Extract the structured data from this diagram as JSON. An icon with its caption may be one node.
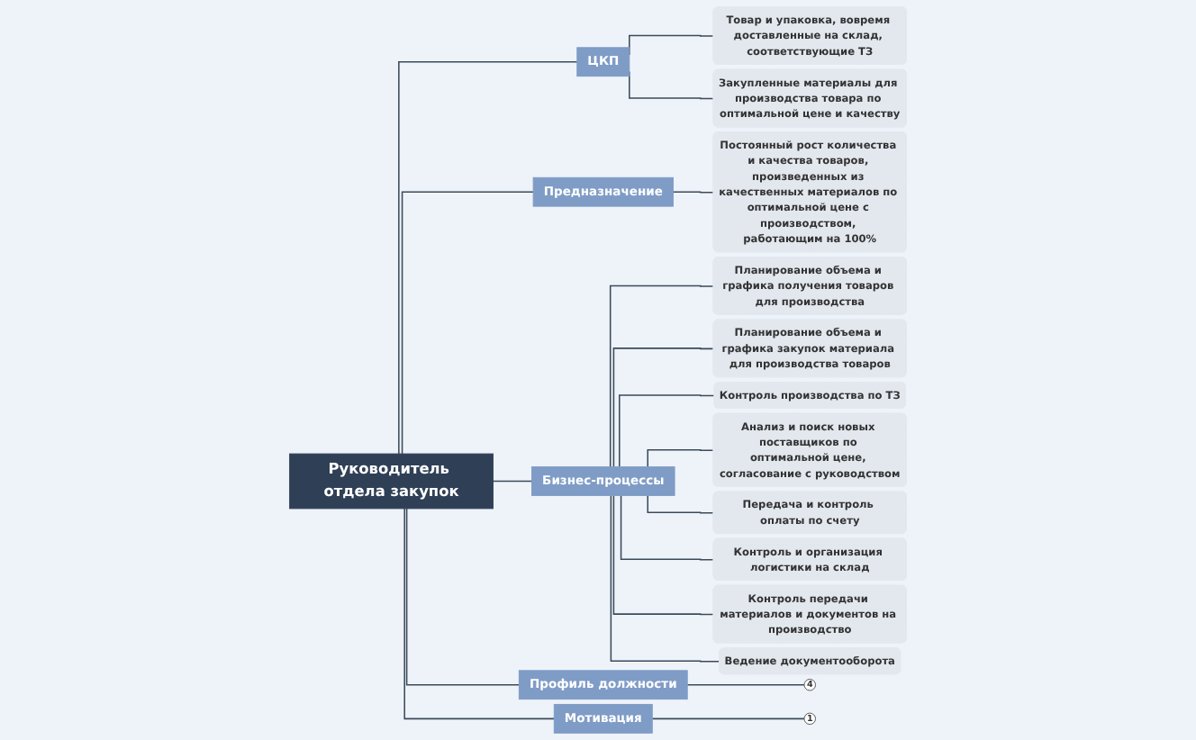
{
  "diagram": {
    "nodes": [
      {
        "text": [
          "Руководитель отдела закупок"
        ]
      },
      {
        "text": [
          "ЦКП"
        ]
      },
      {
        "text": [
          "Товар и упаковка, вовремя доставленные на склад, соответствующие ТЗ"
        ]
      },
      {
        "text": [
          "Закупленные материалы для производства товара по оптимальной цене и качеству"
        ]
      },
      {
        "text": [
          "Предназначение"
        ]
      },
      {
        "text": [
          "Постоянный рост количества и качества товаров, произведенных из качественных материалов по оптимальной цене с производством, работающим на 100%"
        ]
      },
      {
        "text": [
          "Бизнес-процессы"
        ]
      },
      {
        "text": [
          "Планирование объема и графика получения товаров для производства"
        ]
      },
      {
        "text": [
          "Планирование объема и графика закупок материала для производства товаров"
        ]
      },
      {
        "text": [
          "Контроль производства по ТЗ"
        ]
      },
      {
        "text": [
          "Анализ и поиск новых поставщиков по оптимальной цене, согласование с руководством"
        ]
      },
      {
        "text": [
          "Передача и контроль оплаты по счету"
        ]
      },
      {
        "text": [
          "Контроль и организация логистики на склад"
        ]
      },
      {
        "text": [
          "Контроль передачи материалов и документов на производство"
        ]
      },
      {
        "text": [
          "Ведение документооборота"
        ]
      },
      {
        "text": [
          "Профиль должности"
        ]
      },
      {
        "text": [
          "4"
        ]
      },
      {
        "text": [
          "Мотивация"
        ]
      },
      {
        "text": [
          "1"
        ]
      }
    ],
    "edges": [
      {
        "from": 0,
        "to": 1,
        "arrow": "none"
      },
      {
        "from": 1,
        "to": 2,
        "arrow": "none"
      },
      {
        "from": 1,
        "to": 3,
        "arrow": "none"
      },
      {
        "from": 0,
        "to": 4,
        "arrow": "none"
      },
      {
        "from": 4,
        "to": 5,
        "arrow": "none"
      },
      {
        "from": 0,
        "to": 6,
        "arrow": "none"
      },
      {
        "from": 6,
        "to": 7,
        "arrow": "none"
      },
      {
        "from": 6,
        "to": 8,
        "arrow": "none"
      },
      {
        "from": 6,
        "to": 9,
        "arrow": "none"
      },
      {
        "from": 6,
        "to": 10,
        "arrow": "none"
      },
      {
        "from": 6,
        "to": 11,
        "arrow": "none"
      },
      {
        "from": 6,
        "to": 12,
        "arrow": "none"
      },
      {
        "from": 6,
        "to": 13,
        "arrow": "none"
      },
      {
        "from": 6,
        "to": 14,
        "arrow": "none"
      },
      {
        "from": 0,
        "to": 15,
        "arrow": "none"
      },
      {
        "from": 15,
        "to": 16,
        "arrow": "none"
      },
      {
        "from": 0,
        "to": 17,
        "arrow": "none"
      },
      {
        "from": 17,
        "to": 18,
        "arrow": "none"
      }
    ]
  }
}
